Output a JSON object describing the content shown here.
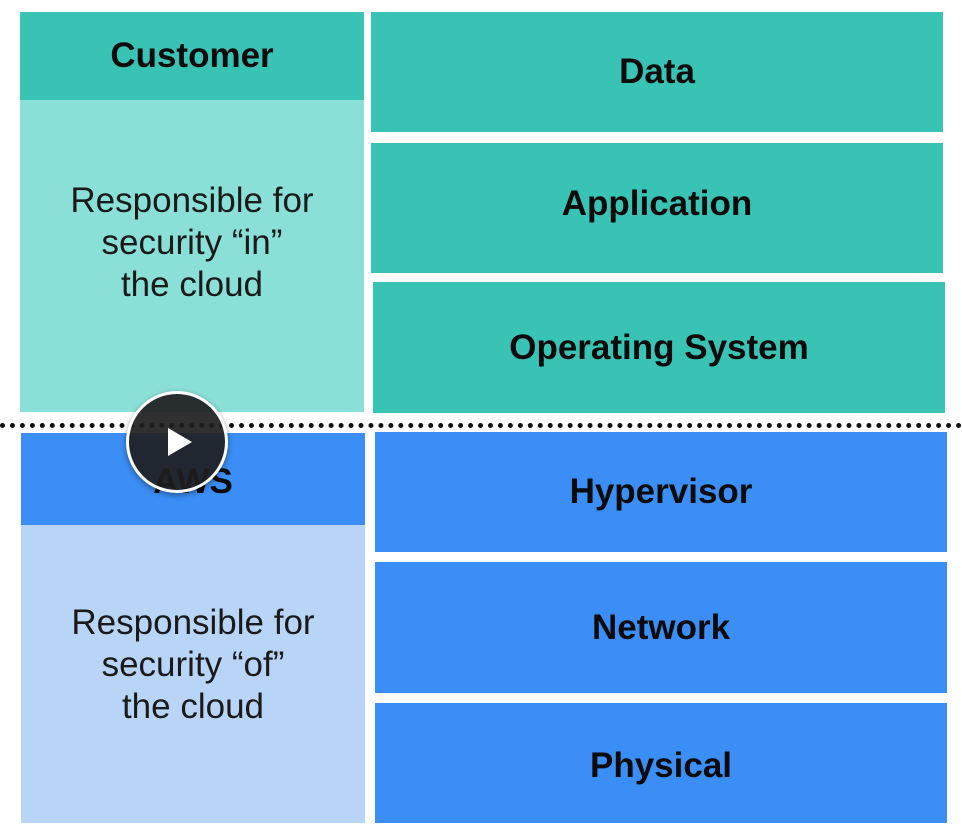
{
  "customer": {
    "title": "Customer",
    "description": "Responsible for\nsecurity “in”\nthe cloud",
    "layers": [
      "Data",
      "Application",
      "Operating System"
    ]
  },
  "aws": {
    "title": "AWS",
    "description": "Responsible for\nsecurity “of”\nthe cloud",
    "layers": [
      "Hypervisor",
      "Network",
      "Physical"
    ]
  },
  "colors": {
    "customer_dark": "#39c3b4",
    "customer_light": "#8ae0d6",
    "aws_dark": "#3a8ef6",
    "aws_light": "#b8d5f8"
  },
  "player": {
    "play_icon": "play-icon"
  }
}
